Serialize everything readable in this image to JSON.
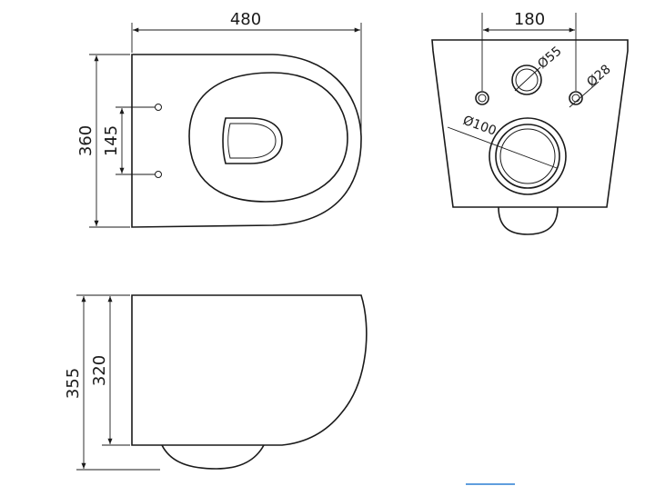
{
  "top_view": {
    "width_label": "480",
    "depth_label": "360",
    "mount_spacing_label": "145"
  },
  "rear_view": {
    "spacing_label": "180",
    "inlet_diameter_label": "Ø55",
    "bolt_diameter_label": "Ø28",
    "outlet_diameter_label": "Ø100"
  },
  "side_view": {
    "total_height_label": "355",
    "rim_height_label": "320"
  },
  "colors": {
    "line": "#1a1a1a",
    "accent": "#2a7fd4",
    "background": "#ffffff"
  }
}
